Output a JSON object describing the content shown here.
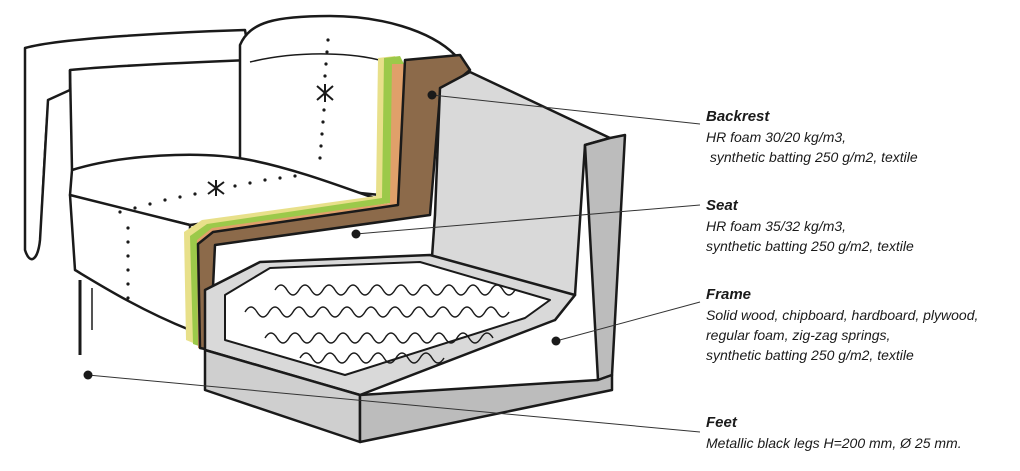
{
  "colors": {
    "outline": "#1a1a1a",
    "fabric": "#ffffff",
    "frame_gray": "#d9d9d9",
    "frame_shadow": "#bcbcbc",
    "foam_brown": "#8c6a4a",
    "batting_orange": "#e0a06a",
    "batting_green": "#9cc94a",
    "batting_yellow": "#e8e08a",
    "leader_line": "#333333"
  },
  "callouts": [
    {
      "title": "Backrest",
      "lines": [
        "HR foam 30/20 kg/m3,",
        " synthetic batting 250 g/m2, textile"
      ]
    },
    {
      "title": "Seat",
      "lines": [
        "HR foam 35/32 kg/m3,",
        "synthetic batting 250 g/m2, textile"
      ]
    },
    {
      "title": "Frame",
      "lines": [
        "Solid wood, chipboard, hardboard, plywood,",
        "regular foam, zig-zag springs,",
        "synthetic batting 250 g/m2, textile"
      ]
    },
    {
      "title": "Feet",
      "lines": [
        "Metallic black legs H=200 mm, Ø 25 mm."
      ]
    }
  ]
}
